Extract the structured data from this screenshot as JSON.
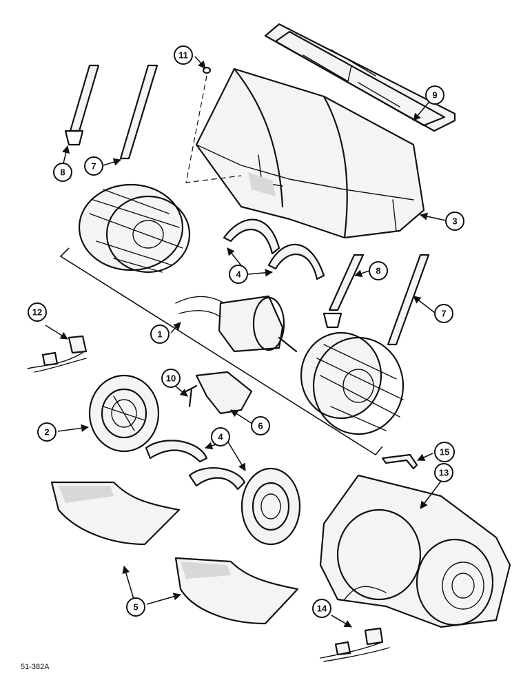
{
  "diagram": {
    "callouts": {
      "c1": "1",
      "c2": "2",
      "c3": "3",
      "c4a": "4",
      "c4b": "4",
      "c5": "5",
      "c6": "6",
      "c7a": "7",
      "c7b": "7",
      "c8a": "8",
      "c8b": "8",
      "c9": "9",
      "c10": "10",
      "c11": "11",
      "c12": "12",
      "c13": "13",
      "c14": "14",
      "c15": "15"
    },
    "reference_code": "51-382A"
  }
}
